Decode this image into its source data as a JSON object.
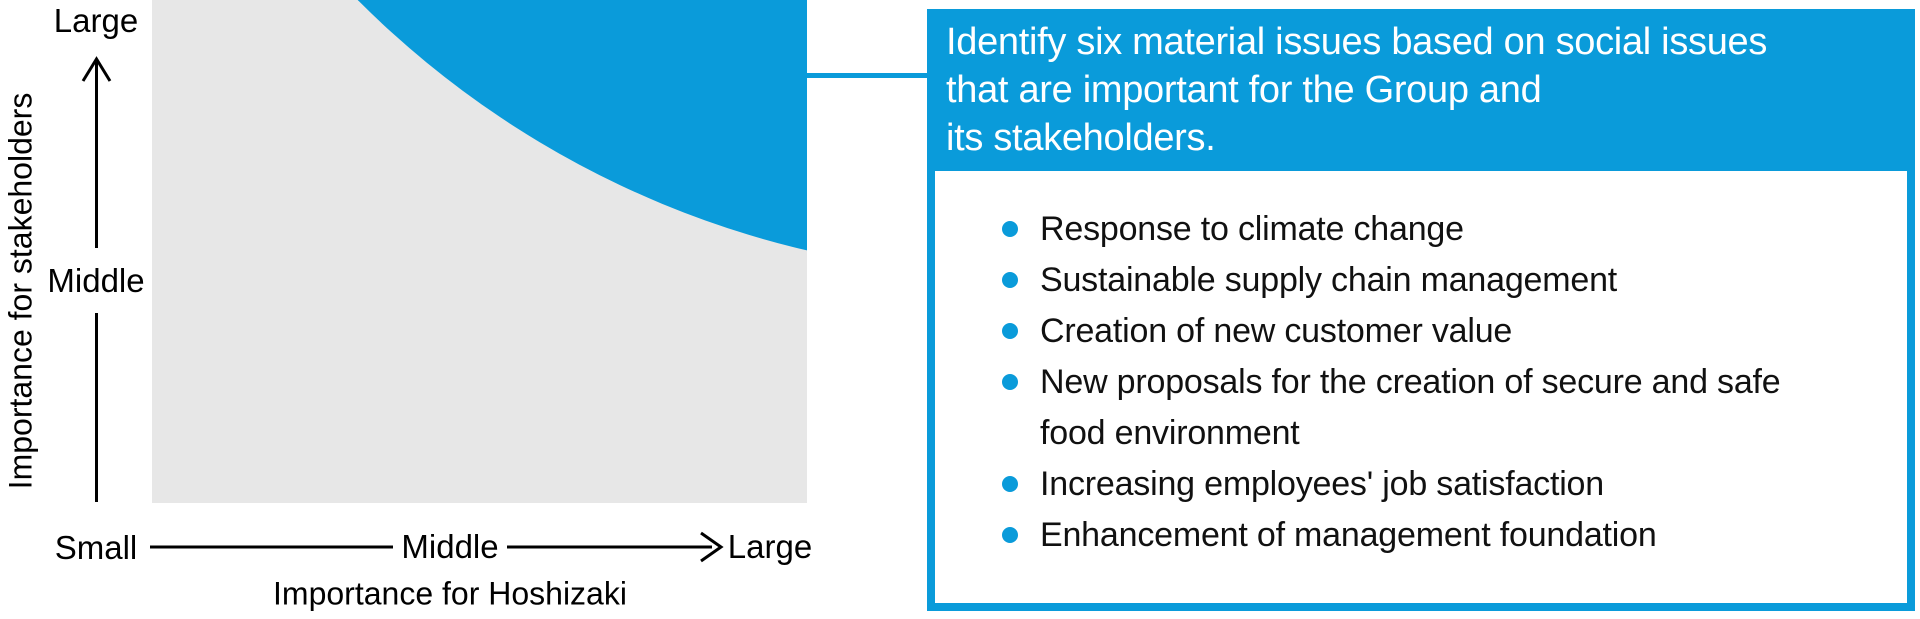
{
  "colors": {
    "accent_blue": "#0a9bda",
    "plot_gray": "#e7e7e7",
    "text_black": "#111111"
  },
  "chart": {
    "type": "matrix-diagram",
    "y_axis": {
      "title": "Importance for stakeholders",
      "ticks": [
        "Large",
        "Middle"
      ]
    },
    "x_axis": {
      "title": "Importance for Hoshizaki",
      "ticks": [
        "Small",
        "Middle",
        "Large"
      ]
    },
    "highlight_region": "top-right quarter-circle (high importance for both)"
  },
  "callout": {
    "header_lines": [
      "Identify six material issues based on social issues",
      "that are important for the Group and",
      "its stakeholders."
    ],
    "items": [
      "Response to climate change",
      "Sustainable supply chain management",
      "Creation of new customer value",
      "New proposals for the creation of secure and safe food environment",
      "Increasing employees' job satisfaction",
      "Enhancement of management foundation"
    ]
  }
}
